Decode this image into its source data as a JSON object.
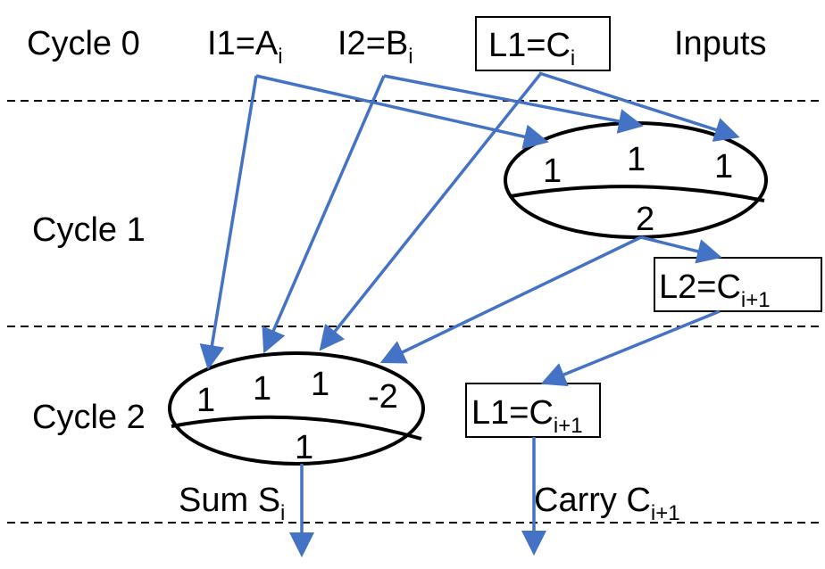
{
  "colors": {
    "arrow": "#4472C4",
    "line": "#000000",
    "background": "#FFFFFF"
  },
  "cycles": {
    "c0": "Cycle 0",
    "c1": "Cycle 1",
    "c2": "Cycle 2"
  },
  "inputs_label": "Inputs",
  "top_row": {
    "i1": {
      "main": "I1=A",
      "sub": "i"
    },
    "i2": {
      "main": "I2=B",
      "sub": "i"
    },
    "l1": {
      "main": "L1=C",
      "sub": "i"
    }
  },
  "adder1": {
    "inputs": [
      "1",
      "1",
      "1"
    ],
    "output": "2"
  },
  "l2": {
    "main": "L2=C",
    "sub": "i+1"
  },
  "adder2": {
    "inputs": [
      "1",
      "1",
      "1",
      "-2"
    ],
    "output": "1"
  },
  "l1_next": {
    "main": "L1=C",
    "sub": "i+1"
  },
  "outputs": {
    "sum": {
      "main": "Sum S",
      "sub": "i"
    },
    "carry": {
      "main": "Carry C",
      "sub": "i+1"
    }
  }
}
